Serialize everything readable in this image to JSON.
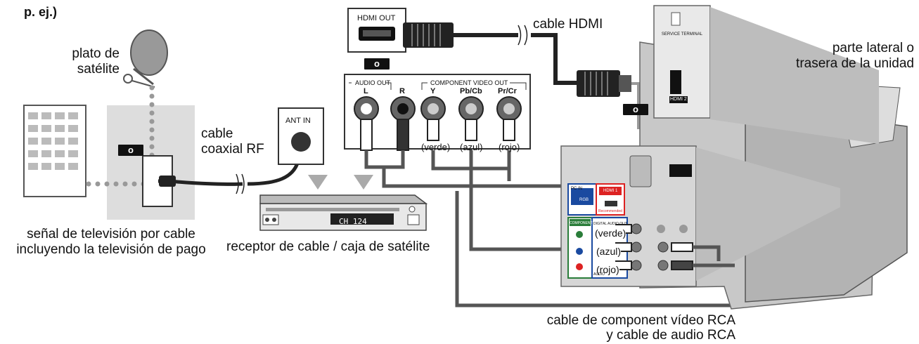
{
  "header": {
    "fragment": "p. ej.)"
  },
  "labels": {
    "satellite_dish_line1": "plato de",
    "satellite_dish_line2": "satélite",
    "rf_cable_line1": "cable",
    "rf_cable_line2": "coaxial RF",
    "hdmi_cable": "cable HDMI",
    "unit_side_line1": "parte lateral o",
    "unit_side_line2": "trasera de la unidad",
    "cable_signal_line1": "señal de televisión por cable",
    "cable_signal_line2": "incluyendo la televisión de pago",
    "receiver": "receptor de cable / caja de satélite",
    "component_cable_line1": "cable de component vídeo RCA",
    "component_cable_line2": "y cable de audio RCA"
  },
  "markers": {
    "or": "o"
  },
  "ports": {
    "hdmi_out": "HDMI OUT",
    "ant_in": "ANT IN",
    "audio_out": "AUDIO OUT",
    "component_video_out": "COMPONENT VIDEO OUT",
    "audio_l": "L",
    "audio_r": "R",
    "y": "Y",
    "pb_cb": "Pb/Cb",
    "pr_cr": "Pr/Cr",
    "hdmi2": "HDMI 2",
    "service_terminal": "SERVICE TERMINAL",
    "pc_in": "PC IN",
    "rgb": "RGB",
    "hdmi1": "HDMI 1",
    "recommended": "Recommended",
    "component": "COMPONENT",
    "digital_audio_out": "DIGITAL AUDIO OUT",
    "audio": "AUDIO"
  },
  "colors": {
    "verde": "(verde)",
    "azul": "(azul)",
    "rojo": "(rojo)"
  },
  "receiver_display": {
    "channel": "CH 124"
  }
}
